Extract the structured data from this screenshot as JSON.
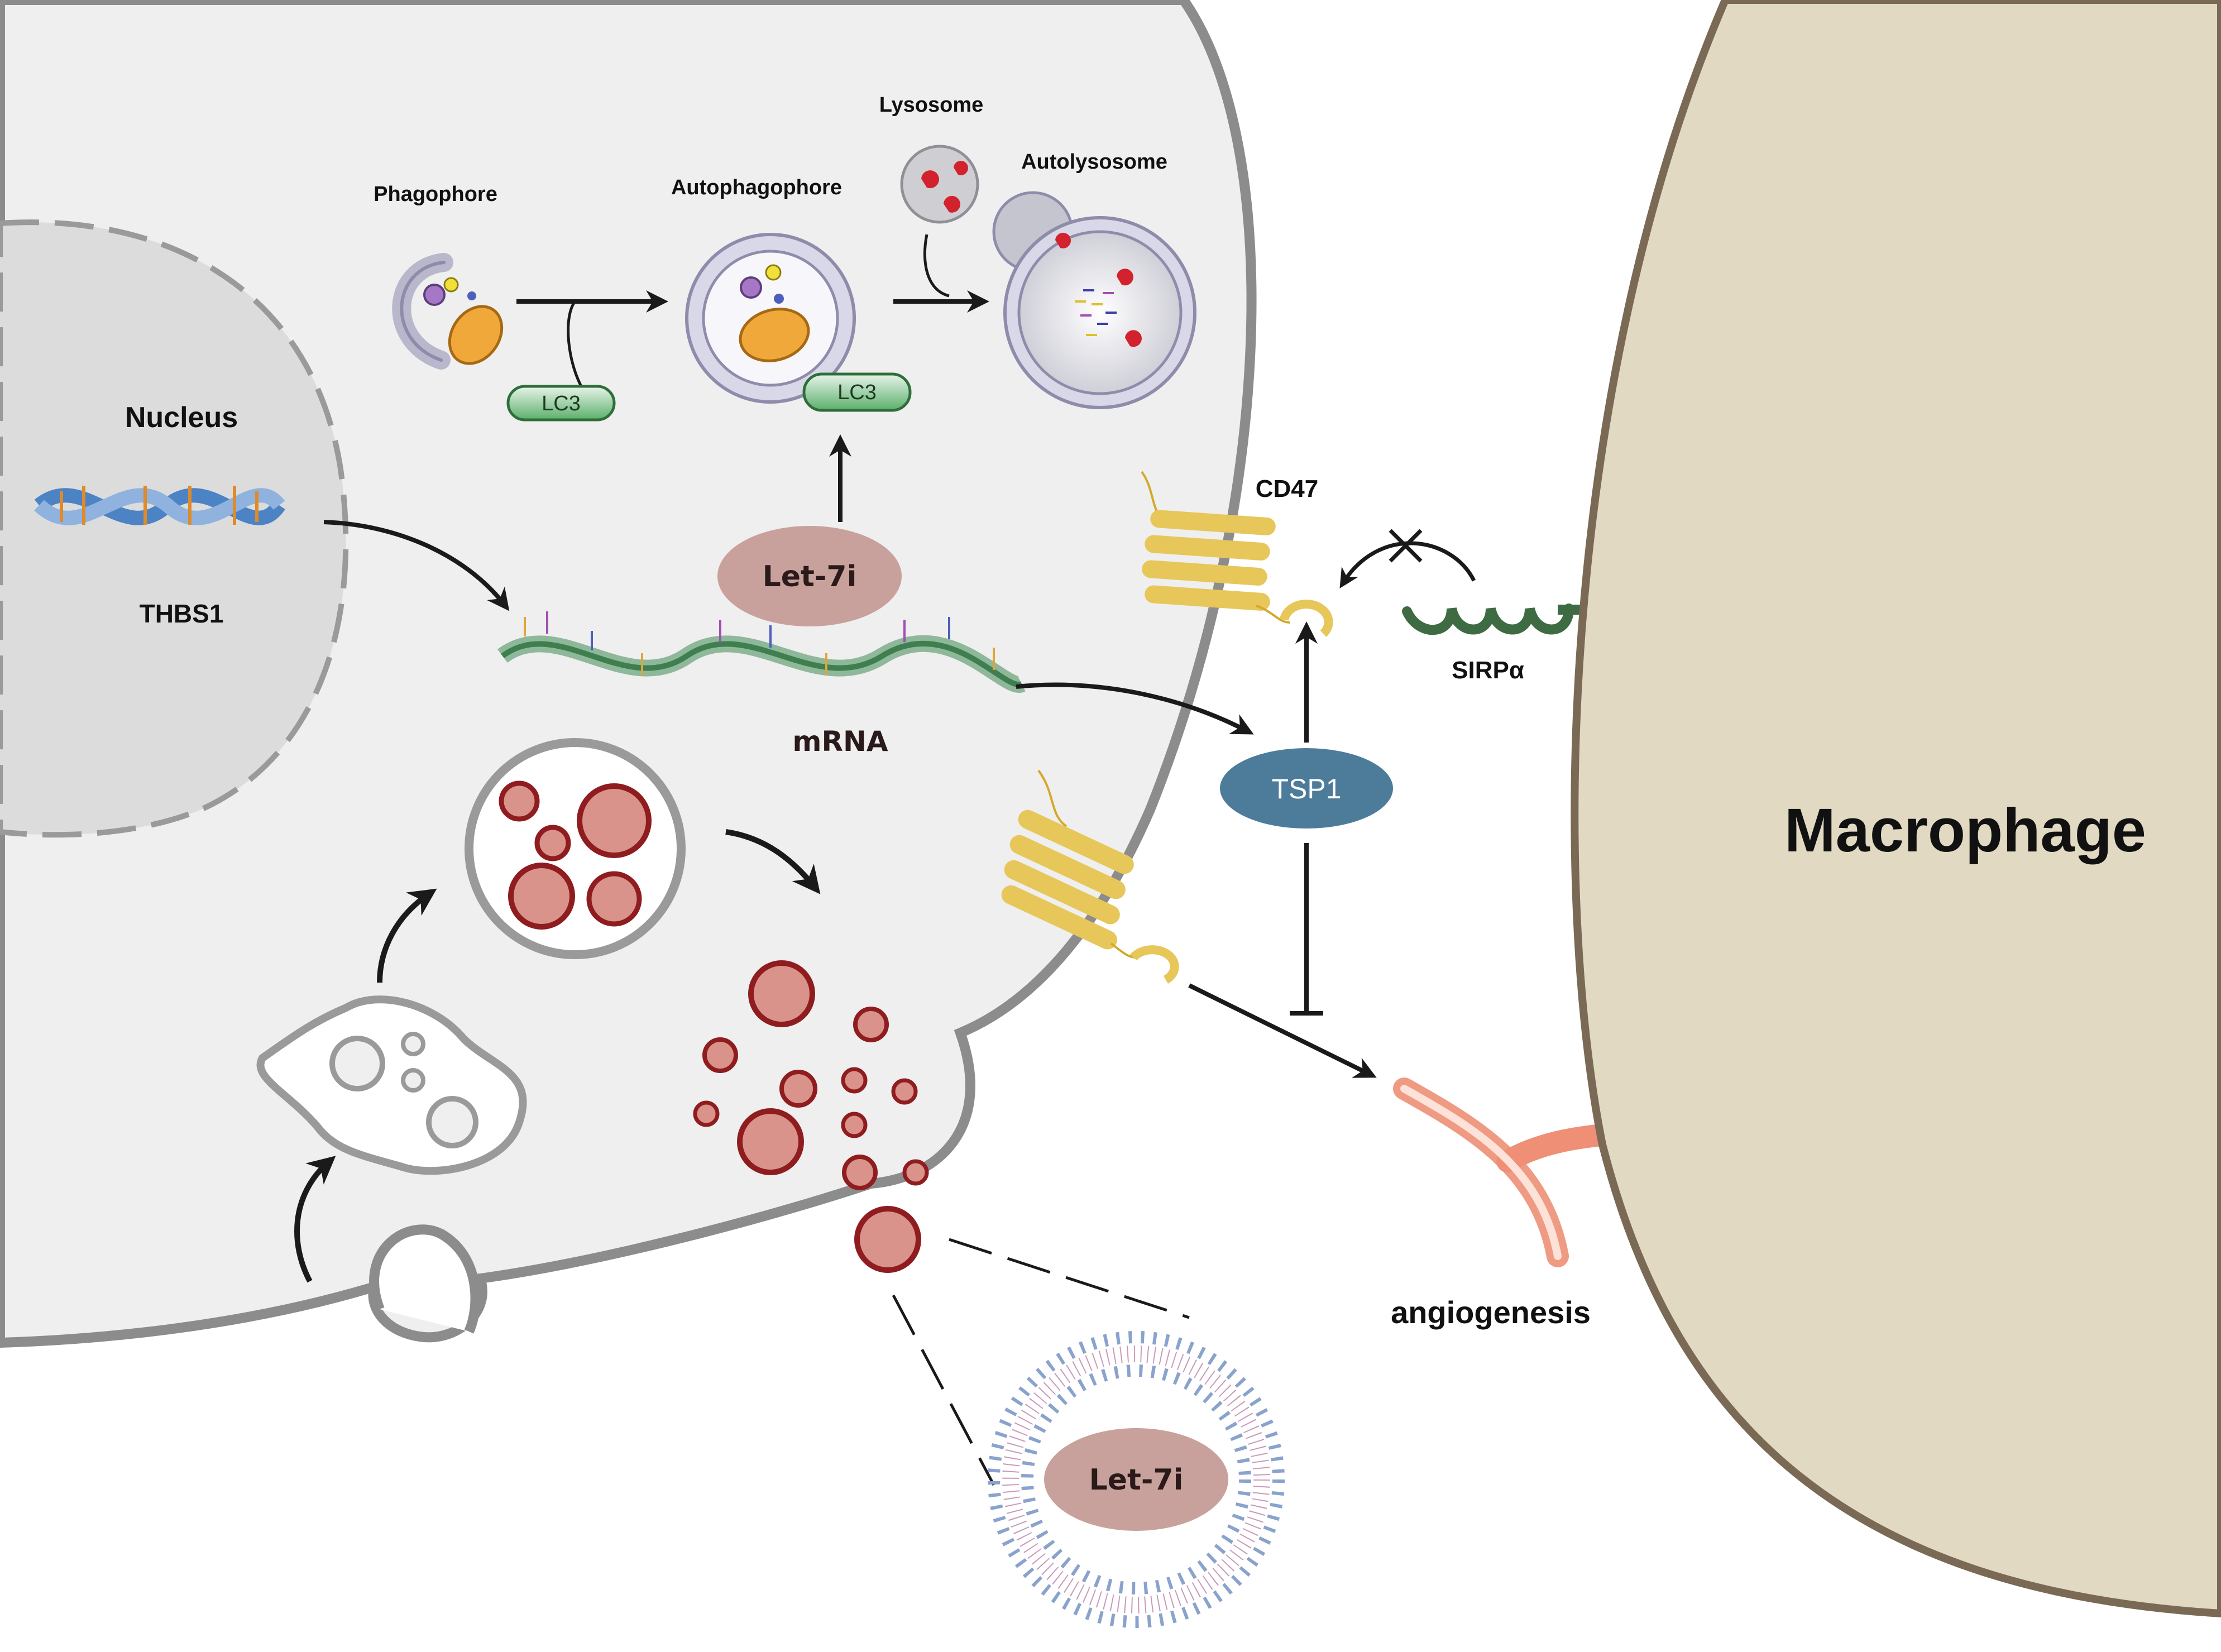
{
  "labels": {
    "nucleus": "Nucleus",
    "gene": "THBS1",
    "phagophore": "Phagophore",
    "autophagophore": "Autophagophore",
    "lysosome": "Lysosome",
    "autolysosome": "Autolysosome",
    "lc3_left": "LC3",
    "lc3_right": "LC3",
    "mirna_cell": "Let-7i",
    "mirna_exosome": "Let-7i",
    "mrna": "mRNA",
    "cd47": "CD47",
    "sirpa": "SIRPα",
    "tsp1": "TSP1",
    "angiogenesis": "angiogenesis",
    "macrophage": "Macrophage"
  },
  "colors": {
    "cell_fill": "#efefef",
    "cell_border": "#8c8c8c",
    "nucleus_fill": "#dcdcdc",
    "macrophage_fill": "#e2d9c3",
    "macrophage_border": "#7a6a55",
    "vesicle_red": "#d9938a",
    "vesicle_border": "#8f1c1f",
    "lc3_green": "#5bb06b",
    "mirna_pink": "#c9a19c",
    "tsp1_blue": "#4d7c9b",
    "cd47_yellow": "#e7c65a",
    "sirpa_green": "#3f6b43",
    "vessel_orange": "#ef9b84"
  }
}
